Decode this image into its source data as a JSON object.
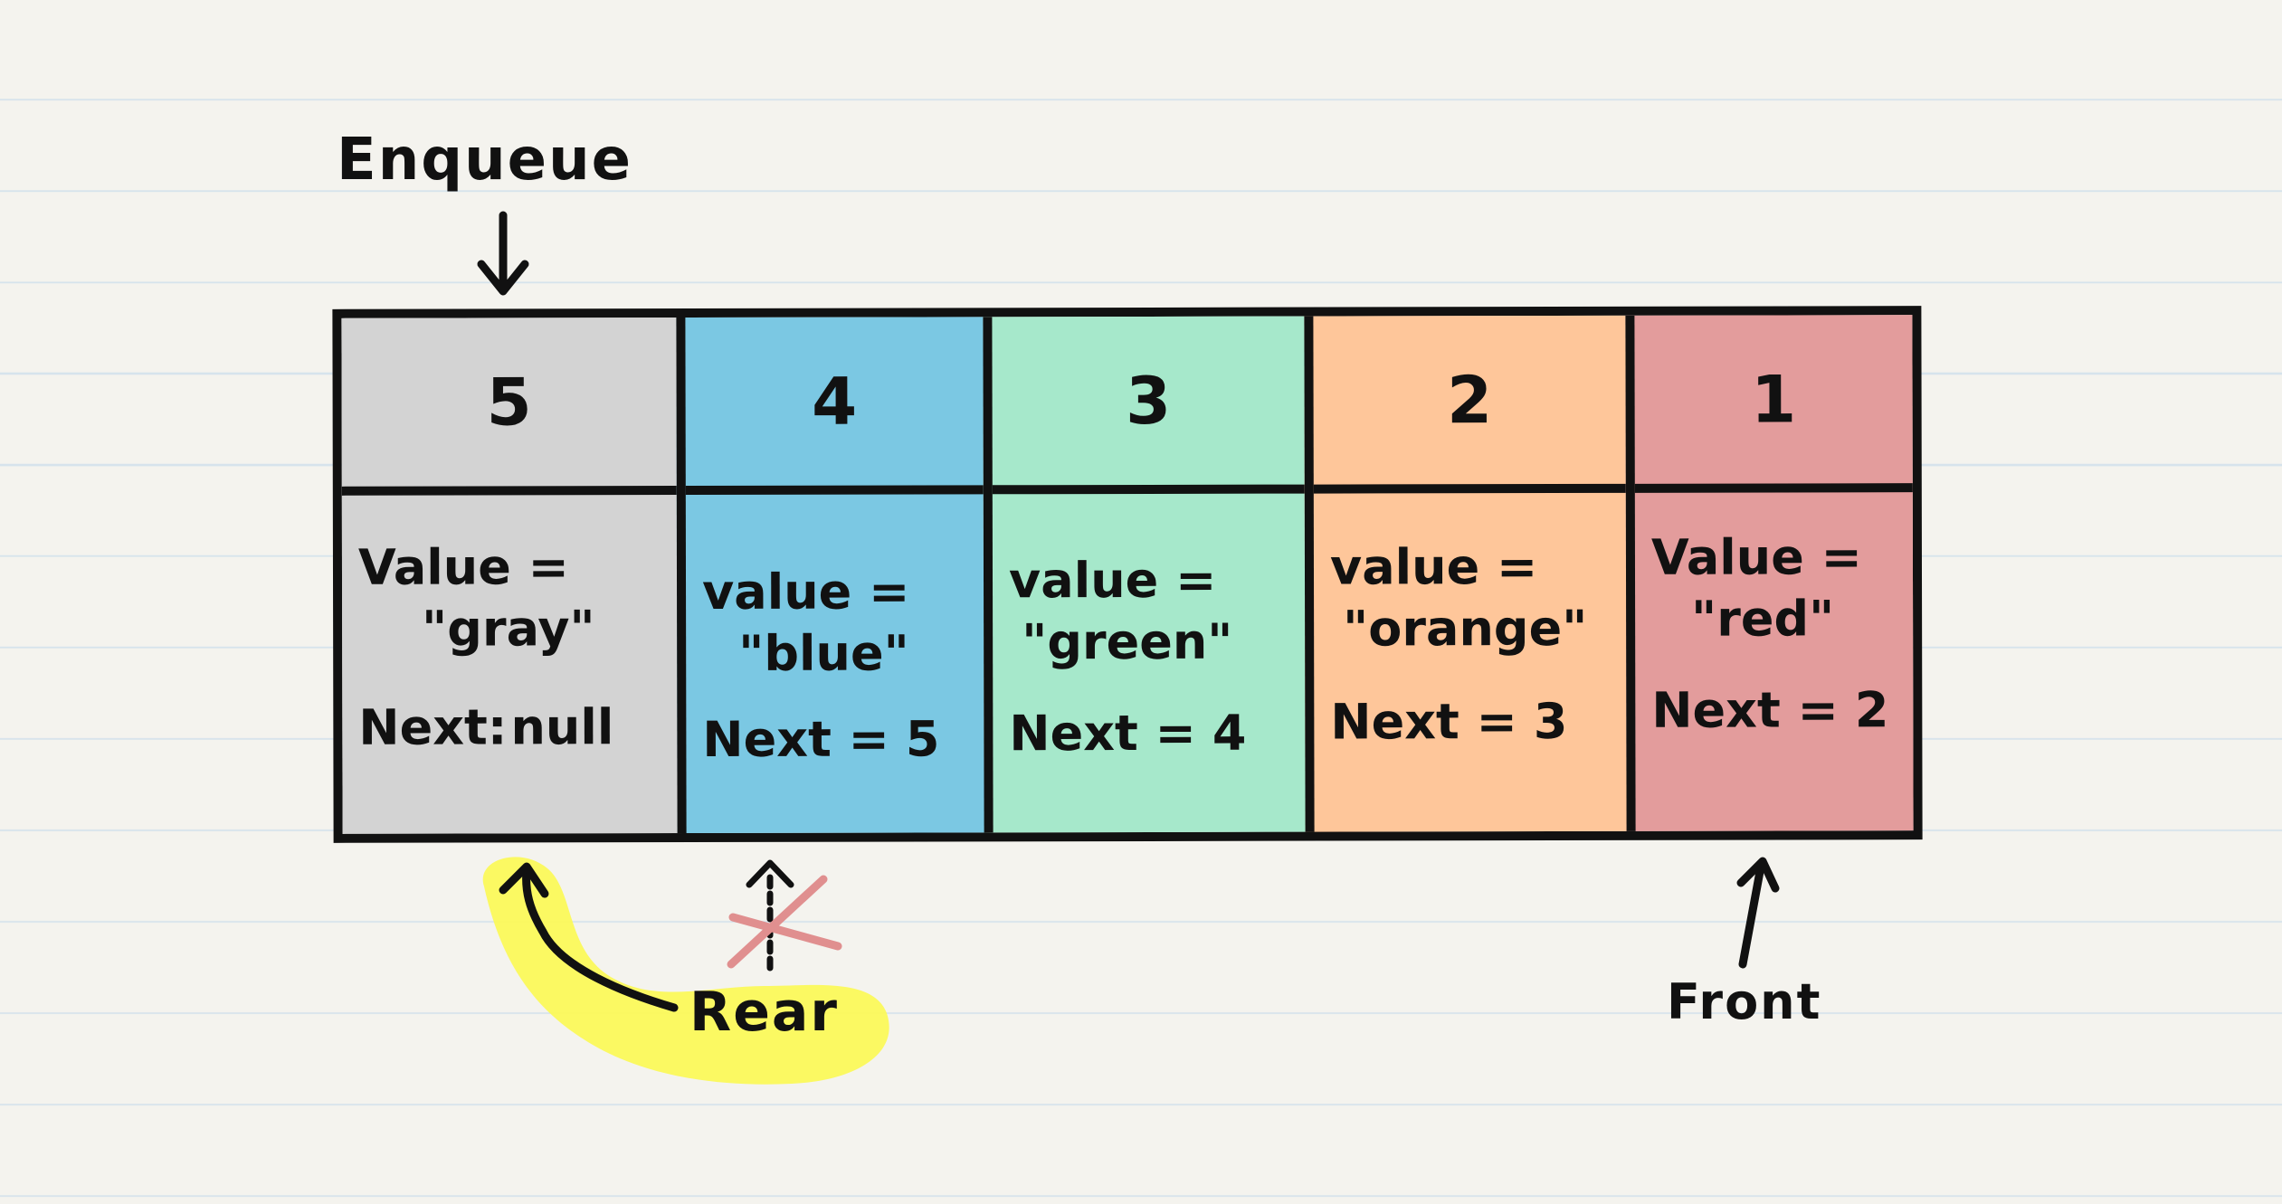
{
  "labels": {
    "enqueue": "Enqueue",
    "rear": "Rear",
    "front": "Front"
  },
  "nodes": [
    {
      "index": "5",
      "value_label": "Value =",
      "value": "\"gray\"",
      "next_label": "Next:",
      "next": "null",
      "color": "#d3d3d3"
    },
    {
      "index": "4",
      "value_label": "value =",
      "value": "\"blue\"",
      "next_label": "Next =",
      "next": "5",
      "color": "#7bc8e3"
    },
    {
      "index": "3",
      "value_label": "value =",
      "value": "\"green\"",
      "next_label": "Next =",
      "next": "4",
      "color": "#a6e8cb"
    },
    {
      "index": "2",
      "value_label": "value =",
      "value": "\"orange\"",
      "next_label": "Next =",
      "next": "3",
      "color": "#fec69a"
    },
    {
      "index": "1",
      "value_label": "Value =",
      "value": "\"red\"",
      "next_label": "Next =",
      "next": "2",
      "color": "#e39c9c"
    }
  ],
  "colors": {
    "ink": "#111111",
    "highlight": "#fbf95a",
    "strike": "#e08f8f",
    "paper": "#f4f3ee",
    "rule": "#d6e3ec"
  }
}
